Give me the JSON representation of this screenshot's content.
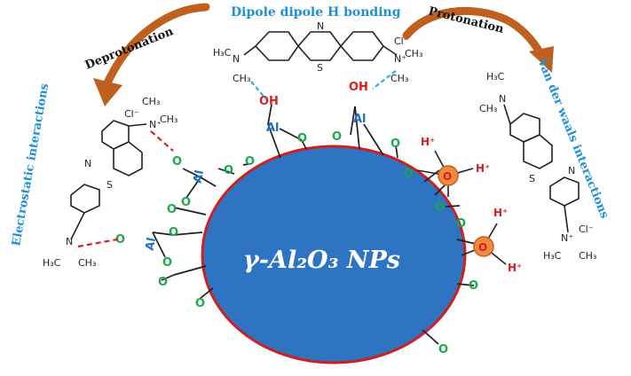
{
  "labels": {
    "dipole": "Dipole dipole H bonding",
    "protonation": "Protonation",
    "deprotonation": "Deprotonation",
    "electrostatic": "Electrostatic interactions",
    "vdw": "Van der waals interactions",
    "np": "γ-Al₂O₃ NPs"
  },
  "atoms": {
    "al": "Al",
    "o": "O",
    "oh": "OH",
    "hplus": "H⁺",
    "n": "N",
    "s": "S",
    "nplus": "N⁺",
    "h3c": "H₃C",
    "ch3": "CH₃",
    "clminus": "Cl⁻"
  }
}
